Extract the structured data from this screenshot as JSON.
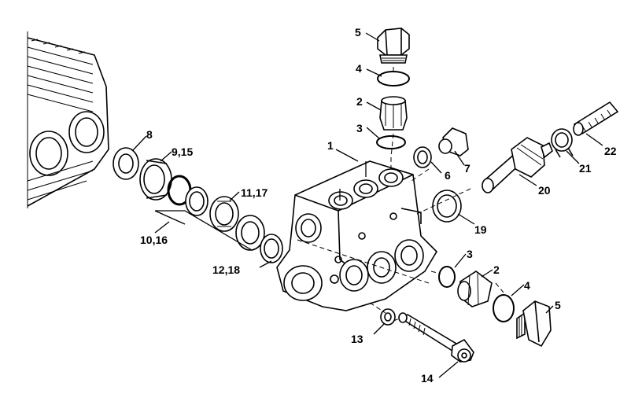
{
  "diagram": {
    "callouts": {
      "c1": "1",
      "c2_top": "2",
      "c3_top": "3",
      "c4_top": "4",
      "c5_top": "5",
      "c6": "6",
      "c7": "7",
      "c8": "8",
      "c9_15": "9,15",
      "c10_16": "10,16",
      "c11_17": "11,17",
      "c12_18": "12,18",
      "c13": "13",
      "c14": "14",
      "c19": "19",
      "c20": "20",
      "c21": "21",
      "c22": "22",
      "c2_bottom": "2",
      "c3_bottom": "3",
      "c4_bottom": "4",
      "c5_bottom": "5"
    }
  }
}
